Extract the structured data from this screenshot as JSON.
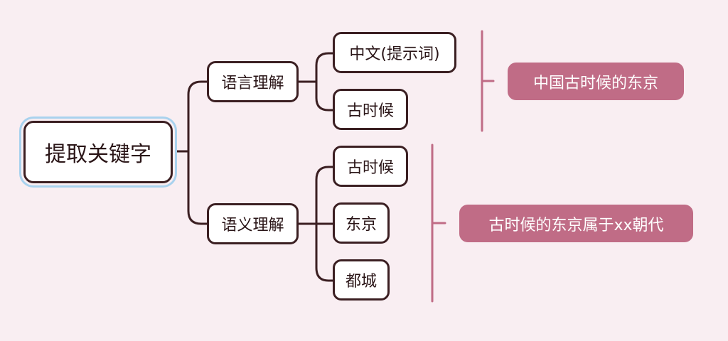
{
  "root": {
    "label": "提取关键字"
  },
  "branches": [
    {
      "label": "语言理解",
      "children": [
        "中文(提示词)",
        "古时候"
      ],
      "summary": "中国古时候的东京"
    },
    {
      "label": "语义理解",
      "children": [
        "古时候",
        "东京",
        "都城"
      ],
      "summary": "古时候的东京属于xx朝代"
    }
  ],
  "colors": {
    "background": "#f9eef2",
    "node_border": "#3b1f22",
    "connector": "#3b1f22",
    "summary_fill": "#c06c86",
    "summary_bracket": "#c06c86",
    "root_highlight": "#a9d2ee"
  }
}
